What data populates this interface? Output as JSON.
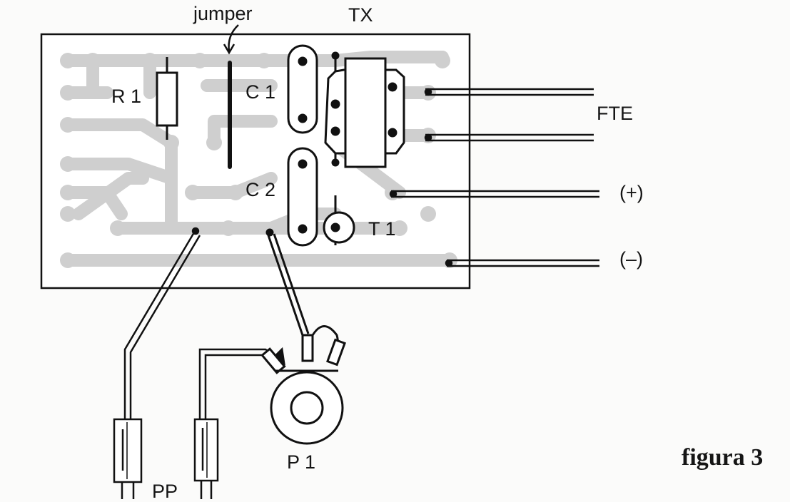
{
  "labels": {
    "jumper": "jumper",
    "tx": "TX",
    "r1": "R 1",
    "c1": "C 1",
    "c2": "C 2",
    "fte": "FTE",
    "plus": "(+)",
    "minus": "(–)",
    "t1": "T 1",
    "p1": "P 1",
    "pp": "PP",
    "figure": "figura 3"
  }
}
